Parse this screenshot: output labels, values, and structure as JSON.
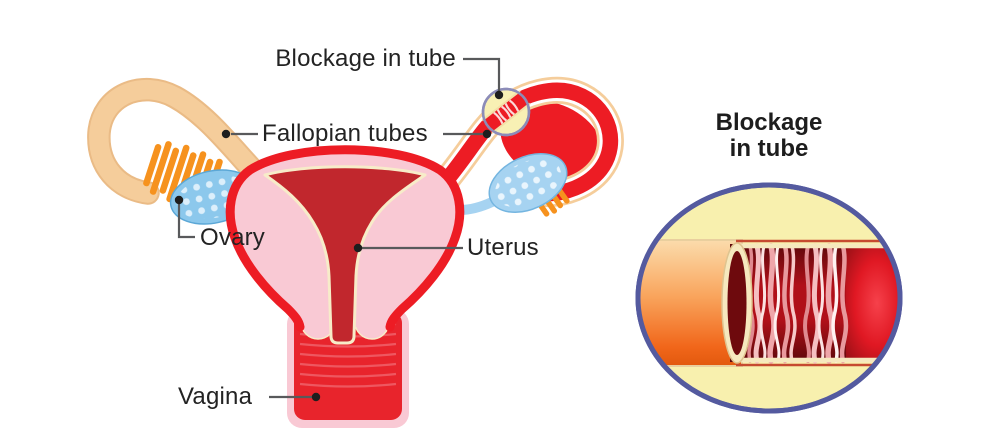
{
  "diagram": {
    "labels": {
      "blockage": "Blockage in tube",
      "fallopian": "Fallopian tubes",
      "ovary": "Ovary",
      "uterus": "Uterus",
      "vagina": "Vagina"
    },
    "inset": {
      "title_line1": "Blockage",
      "title_line2": "in tube"
    },
    "colors": {
      "tube_peach": "#F5CD9B",
      "tube_peach_edge": "#EABB86",
      "blocked_tube_red": "#ED1C24",
      "fimbriae_orange": "#F6921E",
      "ovary_blue_left": "#8CC8EC",
      "ovary_blue_right": "#A6D3F1",
      "ovary_dots": "#DCEFFB",
      "uterus_pink": "#F9C9D4",
      "uterus_outline_red": "#ED1C24",
      "cavity_dark_red": "#C1272D",
      "cavity_cream_outline": "#F7ECC9",
      "vagina_red": "#E8242C",
      "blockage_marker_fill": "#F8F0B4",
      "blockage_marker_border": "#8C8CB8",
      "inset_background": "#F8F0AE",
      "inset_border": "#545A9F",
      "connector_line": "#58595B",
      "label_text": "#232323"
    }
  }
}
